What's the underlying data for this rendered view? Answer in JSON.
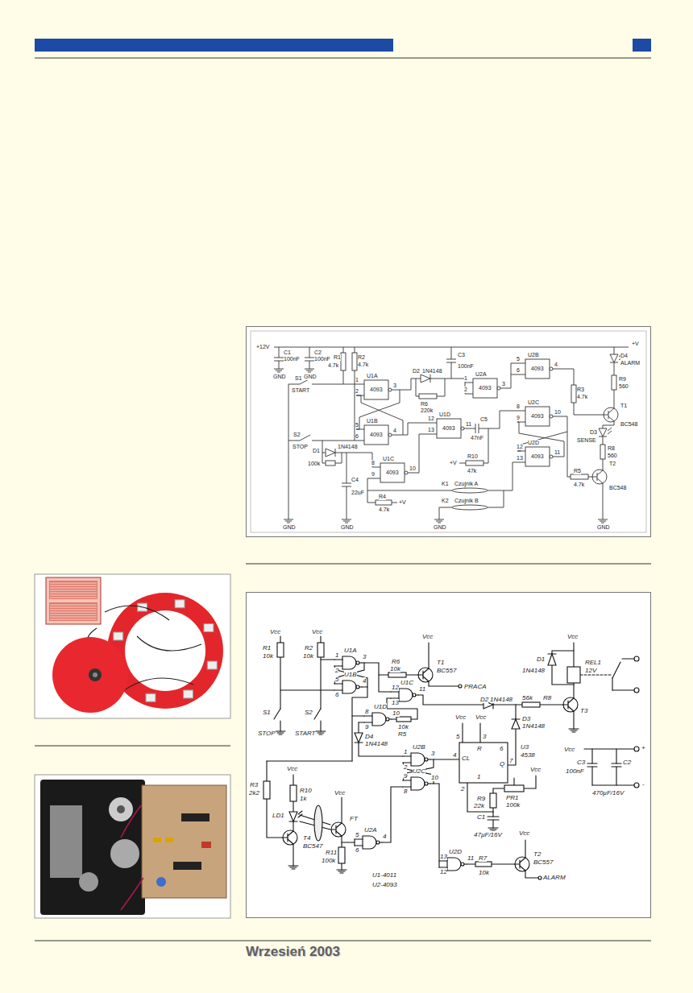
{
  "diagram": {
    "nodes": [
      {
        "text": [
          "+12V",
          "+V",
          "C1",
          "100nF",
          "GND",
          "C2",
          "100nF",
          "GND",
          "R1",
          "4.7k",
          "R2",
          "4.7k",
          "S1",
          "START",
          "S2",
          "STOP",
          "U1A",
          "1",
          "2",
          "3",
          "4093",
          "U1B",
          "5",
          "6",
          "4",
          "4093",
          "D1",
          "1N4148",
          "100k",
          "C4",
          "22uF",
          "U1C",
          "8",
          "9",
          "10",
          "4093",
          "R4",
          "4.7k",
          "+V",
          "D2",
          "1N4148",
          "R6",
          "220k",
          "C3",
          "100nF",
          "U1D",
          "12",
          "13",
          "11",
          "4093",
          "U2A",
          "1",
          "2",
          "3",
          "4093",
          "C5",
          "47nF",
          "R10",
          "47k",
          "+V",
          "K1",
          "Czujnik A",
          "K2",
          "Czujnik B",
          "U2B",
          "5",
          "6",
          "4",
          "4093",
          "U2C",
          "8",
          "9",
          "10",
          "4093",
          "U2D",
          "12",
          "13",
          "11",
          "4093",
          "R3",
          "4.7k",
          "R5",
          "4.7k",
          "D4",
          "ALARM",
          "R9",
          "560",
          "T1",
          "BC548",
          "D3",
          "SENSE",
          "R8",
          "560",
          "T2",
          "BC548",
          "GND",
          "GND",
          "GND",
          "GND"
        ]
      },
      {
        "text": [
          "Vcc",
          "R1",
          "10k",
          "Vcc",
          "R2",
          "10k",
          "U1A",
          "1",
          "2",
          "3",
          "U1B",
          "5",
          "6",
          "4",
          "S1",
          "STOP",
          "S2",
          "START",
          "Vcc",
          "10k",
          "R6",
          "T1",
          "BC557",
          "PRACA",
          "U1C",
          "12",
          "13",
          "11",
          "U1D",
          "8",
          "9",
          "10",
          "10k",
          "R5",
          "D4",
          "1N4148",
          "Vcc",
          "REL1",
          "12V",
          "D1",
          "1N4148",
          "D2",
          "1N4148",
          "56k",
          "R8",
          "T3",
          "D3",
          "1N4148",
          "Vcc",
          "Vcc",
          "5",
          "3",
          "R",
          "6",
          "4",
          "CL",
          "Q",
          "7",
          "2",
          "1",
          "U3",
          "4538",
          "Vcc",
          "C3",
          "100nF",
          "C2",
          "470µF/16V",
          "+",
          "-",
          "Vcc",
          "PR1",
          "100k",
          "R9",
          "22k",
          "C1",
          "47µF/16V",
          "U2B",
          "1",
          "2",
          "3",
          "U2C",
          "9",
          "8",
          "10",
          "R3",
          "2k2",
          "Vcc",
          "R10",
          "1k",
          "LD1",
          "T4",
          "BC547",
          "Vcc",
          "FT",
          "R11",
          "100k",
          "U2A",
          "5",
          "6",
          "4",
          "U1-4011",
          "U2-4093",
          "U2D",
          "13",
          "12",
          "11",
          "R7",
          "10k",
          "Vcc",
          "T2",
          "BC557",
          "ALARM"
        ]
      }
    ],
    "labels": [
      "Wrzesień 2003"
    ]
  }
}
